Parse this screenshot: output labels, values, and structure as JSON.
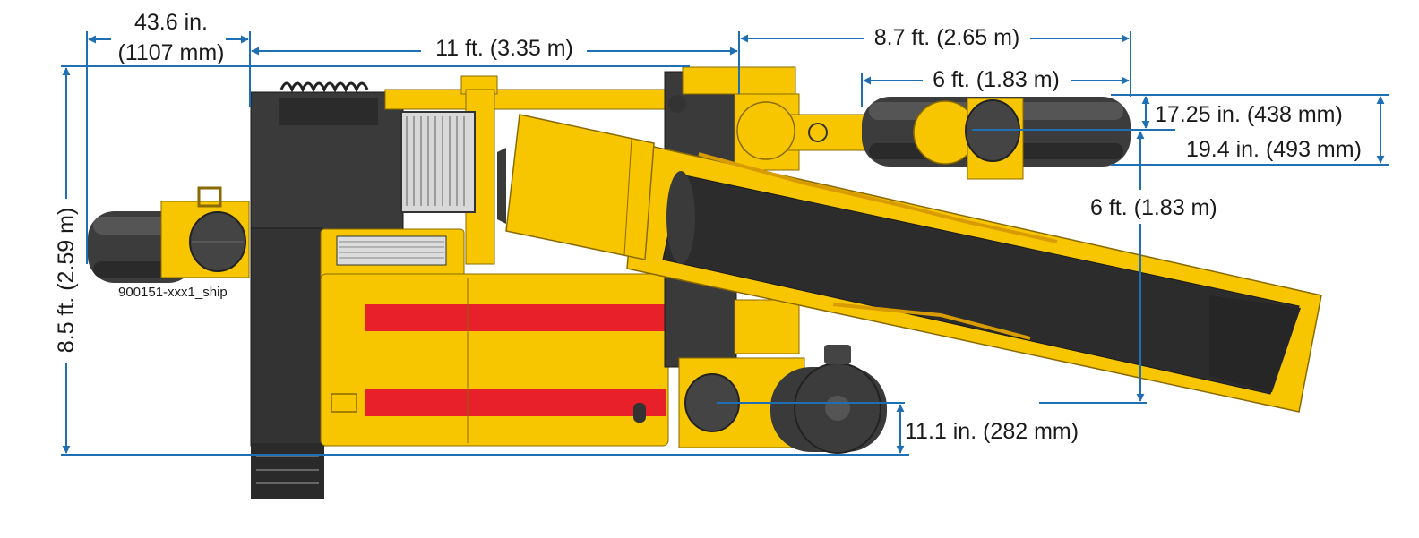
{
  "drawing_id": "900151-xxx1_ship",
  "colors": {
    "dimension_line": "#1f6fb5",
    "machine_yellow": "#f7c600",
    "machine_yellow_dark": "#d99c00",
    "chassis_gray": "#3a3a3a",
    "belt_gray": "#2c2c2c",
    "tire_gray": "#3c3c3c",
    "stripe_red": "#e8202a"
  },
  "dimensions": {
    "head_overhang": "43.6 in.",
    "head_overhang_metric": "(1107 mm)",
    "main_length": "11 ft. (3.35 m)",
    "tail_length": "8.7 ft. (2.65 m)",
    "tail_track": "6 ft. (1.83 m)",
    "track_height_a": "17.25 in. (438 mm)",
    "track_height_b": "19.4 in. (493 mm)",
    "conveyor_rise": "6 ft. (1.83 m)",
    "overall_height": "8.5 ft. (2.59 m)",
    "ground_clearance": "11.1 in. (282 mm)"
  }
}
